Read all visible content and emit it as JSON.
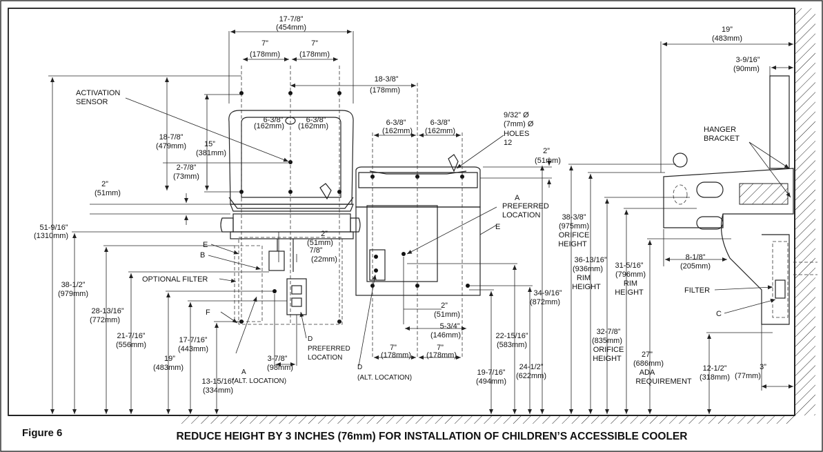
{
  "figure_label": "Figure 6",
  "caption": "REDUCE HEIGHT BY 3 INCHES (76mm) FOR INSTALLATION OF CHILDREN’S ACCESSIBLE COOLER",
  "front": {
    "width": "17-7/8”",
    "width_mm": "(454mm)",
    "left7": "7”",
    "left7_mm": "(178mm)",
    "right7": "7”",
    "right7_mm": "(178mm)",
    "sensor_l1": "ACTIVATION",
    "sensor_l2": "SENSOR",
    "h1878": "18-7/8”",
    "h1878_mm": "(479mm)",
    "h15": "15”",
    "h15_mm": "(381mm)",
    "h278": "2-7/8”",
    "h278_mm": "(73mm)",
    "h2": "2”",
    "h2_mm": "(51mm)",
    "c638a": "6-3/8”",
    "c638a_mm": "(162mm)",
    "c638b": "6-3/8”",
    "c638b_mm": "(162mm)",
    "total_h": "51-9/16”",
    "total_h_mm": "(1310mm)",
    "h3812": "38-1/2”",
    "h3812_mm": "(979mm)",
    "h281316": "28-13/16”",
    "h281316_mm": "(772mm)",
    "h21716": "21-7/16”",
    "h21716_mm": "(556mm)",
    "h19": "19”",
    "h19_mm": "(483mm)",
    "h17716": "17-7/16”",
    "h17716_mm": "(443mm)",
    "h131516": "13-15/16”",
    "h131516_mm": "(334mm)",
    "e": "E",
    "b": "B",
    "f": "F",
    "optional_filter": "OPTIONAL FILTER",
    "d2": "2”",
    "d2_mm": "(51mm)",
    "d78": "7/8”",
    "d78_mm": "(22mm)",
    "d378": "3-7/8”",
    "d378_mm": "(98mm)",
    "a_label": "A",
    "a_alt": "(ALT. LOCATION)",
    "d_label": "D",
    "d_pref1": "PREFERRED",
    "d_pref2": "LOCATION"
  },
  "center": {
    "w18": "18-3/8”",
    "w18_mm": "(178mm)",
    "c638a": "6-3/8”",
    "c638a_mm": "(162mm)",
    "c638b": "6-3/8”",
    "c638b_mm": "(162mm)",
    "holes1": "9/32” Ø",
    "holes2": "(7mm) Ø",
    "holes3": "HOLES",
    "holes4": "12",
    "h2": "2”",
    "h2_mm": "(51mm)",
    "a_label": "A",
    "a_pref1": "PREFERRED",
    "a_pref2": "LOCATION",
    "e": "E",
    "h34": "34-9/16”",
    "h34_mm": "(872mm)",
    "d2": "2”",
    "d2_mm": "(51mm)",
    "d534": "5-3/4”",
    "d534_mm": "(146mm)",
    "w7a": "7”",
    "w7a_mm": "(178mm)",
    "w7b": "7”",
    "w7b_mm": "(178mm)",
    "h22": "22-15/16”",
    "h22_mm": "(583mm)",
    "h24": "24-1/2”",
    "h24_mm": "(622mm)",
    "h19716": "19-7/16”",
    "h19716_mm": "(494mm)",
    "d_label": "D",
    "d_alt": "(ALT. LOCATION)"
  },
  "side": {
    "w19": "19”",
    "w19_mm": "(483mm)",
    "w3916": "3-9/16”",
    "w3916_mm": "(90mm)",
    "hanger1": "HANGER",
    "hanger2": "BRACKET",
    "o38": "38-3/8”",
    "o38_mm": "(975mm)",
    "o38_l1": "ORIFICE",
    "o38_l2": "HEIGHT",
    "r36": "36-13/16”",
    "r36_mm": "(936mm)",
    "r36_l1": "RIM",
    "r36_l2": "HEIGHT",
    "r31": "31-5/16”",
    "r31_mm": "(796mm)",
    "r31_l1": "RIM",
    "r31_l2": "HEIGHT",
    "o32": "32-7/8”",
    "o32_mm": "(835mm)",
    "o32_l1": "ORIFICE",
    "o32_l2": "HEIGHT",
    "a27": "27”",
    "a27_mm": "(686mm)",
    "a27_l1": "ADA",
    "a27_l2": "REQUIREMENT",
    "d818": "8-1/8”",
    "d818_mm": "(205mm)",
    "filter": "FILTER",
    "c": "C",
    "h1212": "12-1/2”",
    "h1212_mm": "(318mm)",
    "h3": "3”",
    "h3_mm": "(77mm)"
  }
}
